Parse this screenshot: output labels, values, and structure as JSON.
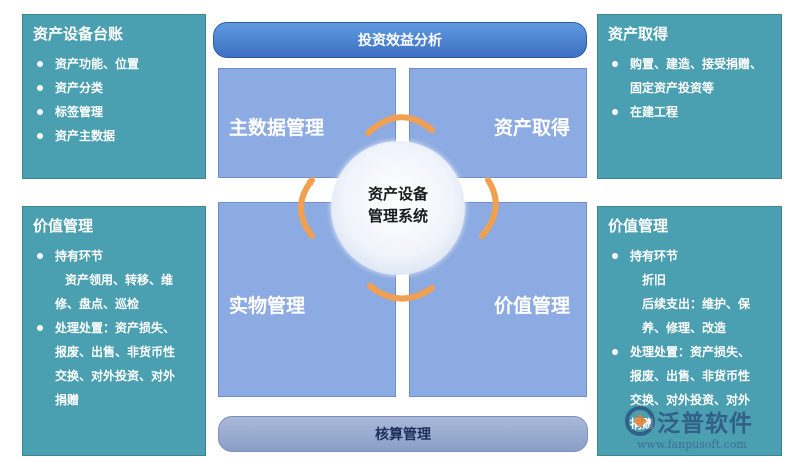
{
  "left_top": {
    "title": "资产设备台账",
    "items": [
      "资产功能、位置",
      "资产分类",
      "标签管理",
      "资产主数据"
    ]
  },
  "left_bottom": {
    "title": "价值管理",
    "lines": [
      "持有环节",
      "资产领用、转移、维",
      "修、盘点、巡检",
      "处理处置：资产损失、",
      "报废、出售、非货币性",
      "交换、对外投资、对外",
      "捐赠"
    ]
  },
  "right_top": {
    "title": "资产取得",
    "lines": [
      "购置、建造、接受捐赠、",
      "固定资产投资等",
      "在建工程"
    ]
  },
  "right_bottom": {
    "title": "价值管理",
    "lines": [
      "持有环节",
      "折旧",
      "后续支出：维护、保",
      "养、修理、改造",
      "处理处置：资产损失、",
      "报废、出售、非货币性",
      "交换、对外投资、对外",
      "捐赠"
    ]
  },
  "top_bar": "投资效益分析",
  "bottom_bar": "核算管理",
  "quadrants": {
    "top_left": "主数据管理",
    "top_right": "资产取得",
    "bottom_left": "实物管理",
    "bottom_right": "价值管理"
  },
  "center": {
    "line1": "资产设备",
    "line2": "管理系统"
  },
  "watermark": {
    "brand": "泛普软件",
    "url": "www.fanpusoft.com"
  },
  "colors": {
    "side_panel": "#4a9fb0",
    "quadrant": "#8cabe2",
    "top_bar": "#4a7fd0",
    "bottom_bar": "#9aabd0",
    "arrow": "#f0a050"
  }
}
